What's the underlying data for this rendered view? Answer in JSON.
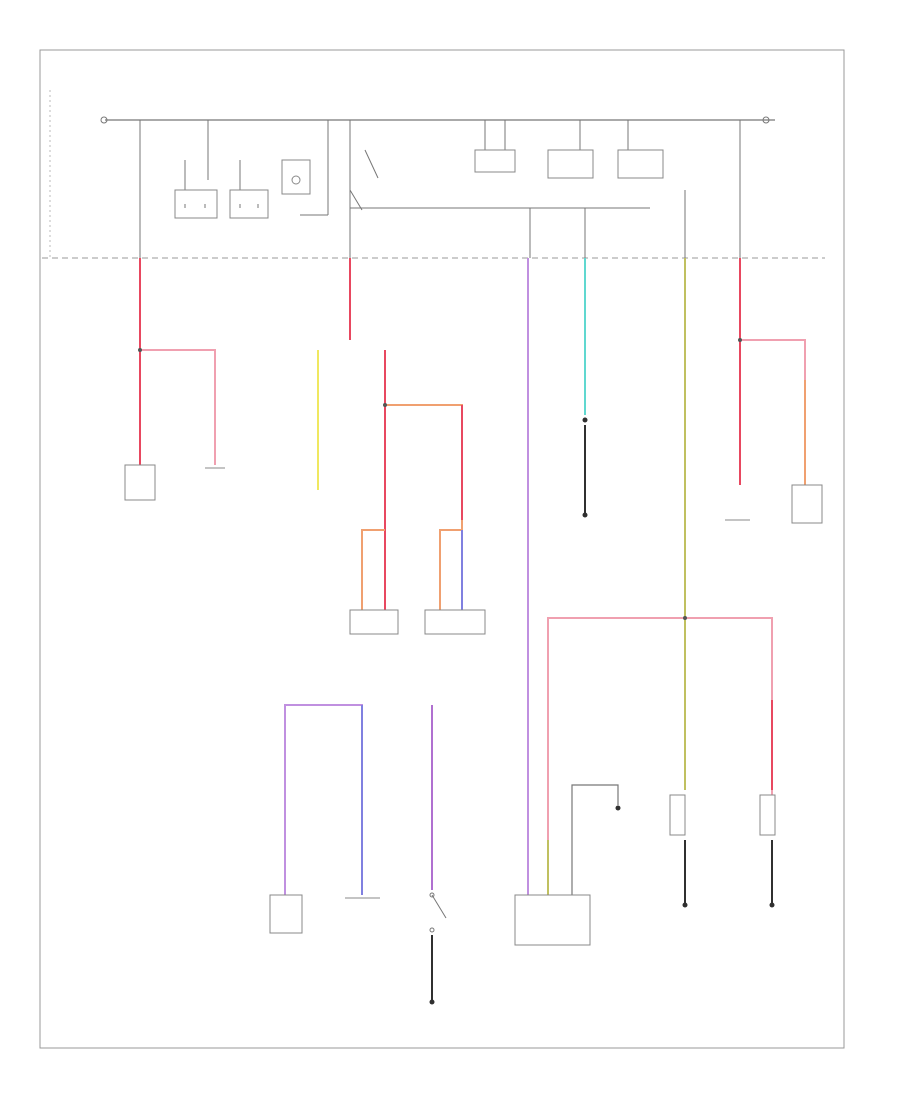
{
  "diagram": {
    "title": "",
    "corner_label": "",
    "wire_colors": {
      "red": "#e84860",
      "pink": "#f0a0b0",
      "orange": "#f0a070",
      "yellow": "#f0e860",
      "violet": "#b070d0",
      "light_violet": "#c090e0",
      "blue": "#8080e0",
      "light_blue": "#60d8d0",
      "olive": "#c0c060",
      "black": "#303030",
      "frame": "#888888"
    },
    "components": [
      {
        "id": "relay-1",
        "label": ""
      },
      {
        "id": "relay-2",
        "label": ""
      },
      {
        "id": "module-box",
        "label": ""
      },
      {
        "id": "relay-3",
        "label": ""
      },
      {
        "id": "relay-4",
        "label": ""
      },
      {
        "id": "relay-5",
        "label": ""
      },
      {
        "id": "connector-left-1",
        "label": ""
      },
      {
        "id": "connector-left-2",
        "label": ""
      },
      {
        "id": "connector-mid-1",
        "label": ""
      },
      {
        "id": "connector-mid-2",
        "label": ""
      },
      {
        "id": "connector-right-1",
        "label": ""
      },
      {
        "id": "connector-right-2",
        "label": ""
      },
      {
        "id": "connector-bottom-1",
        "label": ""
      },
      {
        "id": "connector-bottom-2",
        "label": ""
      },
      {
        "id": "switch-bottom",
        "label": ""
      },
      {
        "id": "connector-center",
        "label": ""
      },
      {
        "id": "ground-1",
        "label": ""
      },
      {
        "id": "ground-2",
        "label": ""
      },
      {
        "id": "ground-3",
        "label": ""
      }
    ]
  }
}
